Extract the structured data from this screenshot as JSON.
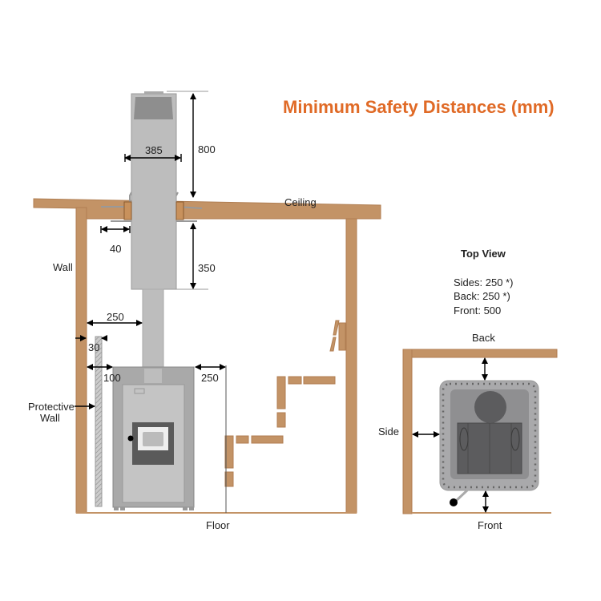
{
  "title": "Minimum Safety Distances (mm)",
  "labels": {
    "ceiling": "Ceiling",
    "wall": "Wall",
    "floor": "Floor",
    "protective_wall_line1": "Protective",
    "protective_wall_line2": "Wall"
  },
  "dimensions": {
    "chimney_above_ceiling": "800",
    "chimney_width": "385",
    "insulation": "40",
    "chimney_below_ceiling": "350",
    "pipe_to_wall": "250",
    "protective_gap": "30",
    "heater_to_protective_wall": "100",
    "heater_to_bench": "250"
  },
  "top_view": {
    "heading": "Top View",
    "sides": "Sides: 250 *)",
    "back_dist": "Back: 250 *)",
    "front_dist": "Front: 500",
    "back_label": "Back",
    "side_label": "Side",
    "front_label": "Front"
  },
  "colors": {
    "accent": "#E06A26",
    "wood": "#C39366"
  }
}
